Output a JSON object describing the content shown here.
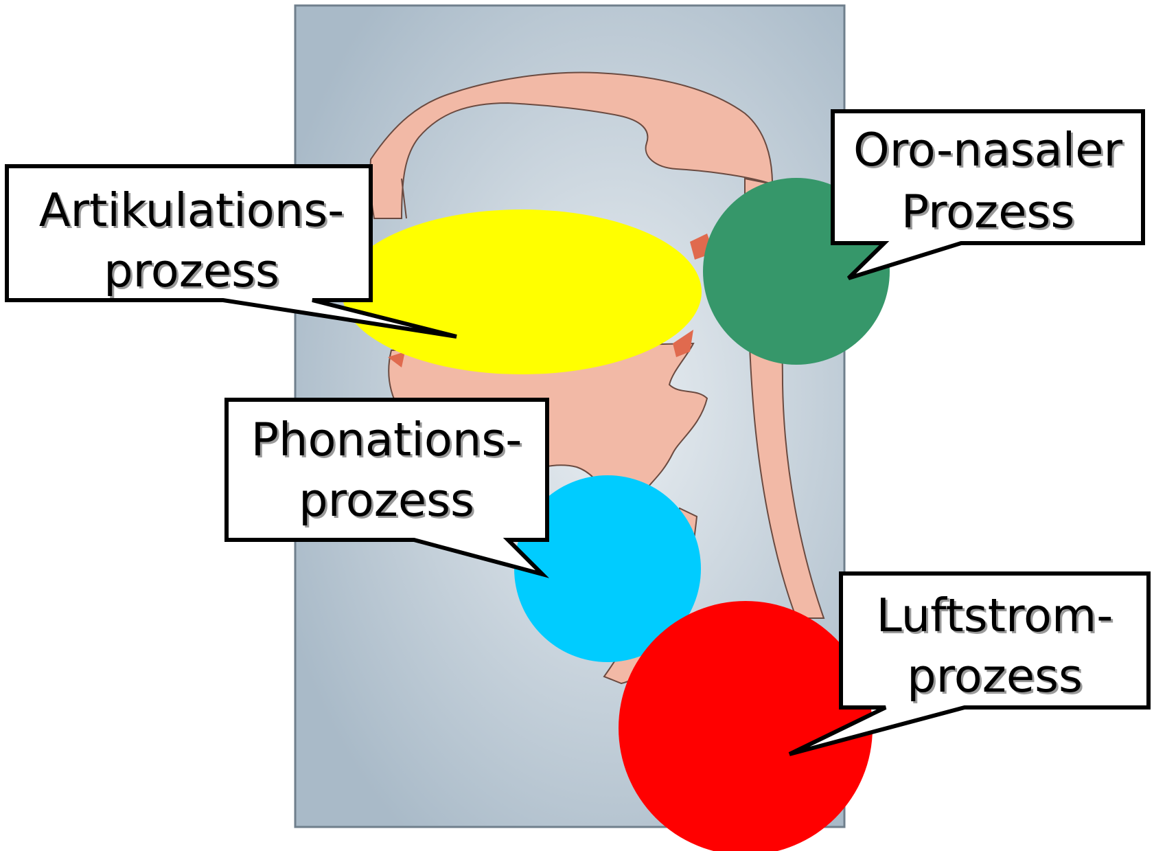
{
  "diagram": {
    "colors": {
      "background_panel": "#a9bac8",
      "background_panel_light": "#e9eef2",
      "tissue": "#f2b9a6",
      "tissue_dark": "#e06a4e",
      "articulation": "#ffff00",
      "oro_nasal": "#36976a",
      "phonation": "#00ccff",
      "airstream": "#ff0000"
    },
    "labels": {
      "artikulation": {
        "line1": "Artikulations-",
        "line2": "prozess"
      },
      "oronasal": {
        "line1": "Oro-nasaler",
        "line2": "Prozess"
      },
      "phonation": {
        "line1": "Phonations-",
        "line2": "prozess"
      },
      "luftstrom": {
        "line1": "Luftstrom-",
        "line2": "prozess"
      }
    }
  }
}
